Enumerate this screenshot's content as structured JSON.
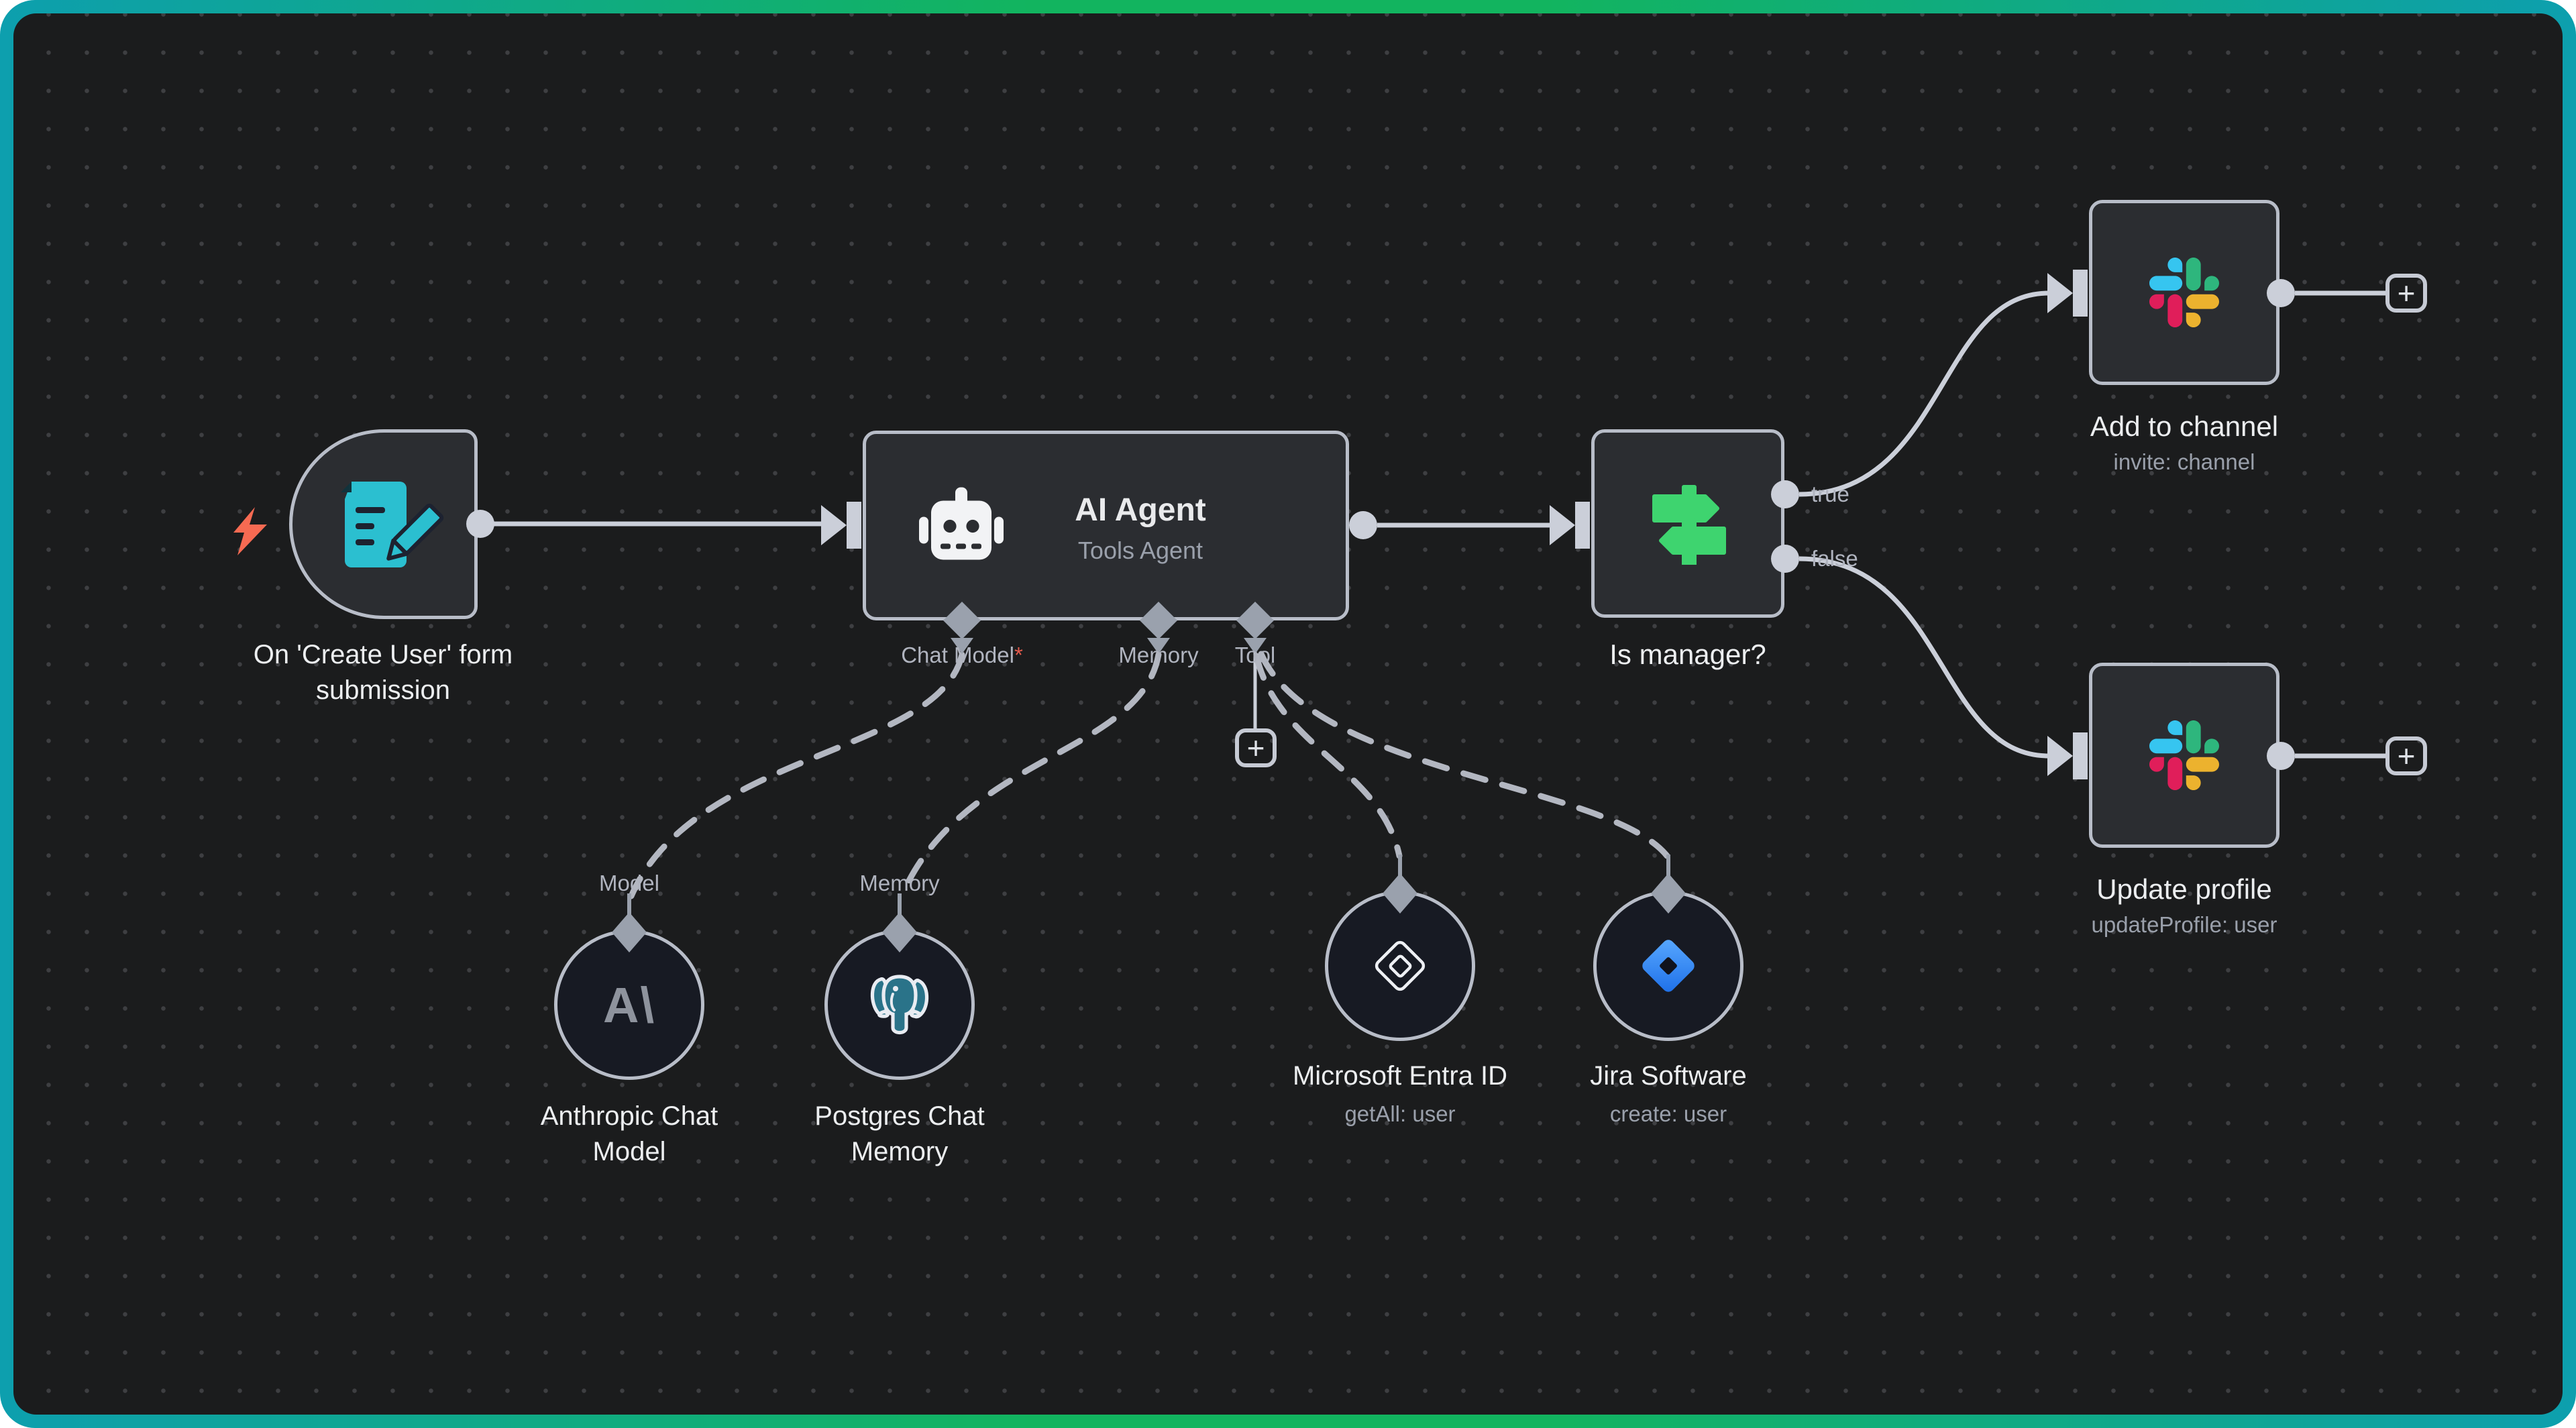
{
  "app": "workflow-editor-canvas",
  "canvas": {
    "background": "#1b1c1d",
    "dot_color": "#3e3f42",
    "frame_gradient": [
      "#0d9fae",
      "#12b45f",
      "#0d9fae"
    ],
    "wire_color": "#cbcfd9",
    "dashed_wire_color": "#b3b7c1",
    "port_diamond_color": "#9aa1ad"
  },
  "nodes": {
    "trigger": {
      "label": "On 'Create User' form submission",
      "icon": "form-document-pencil",
      "icon_color": "#2bbfd0",
      "bolt_color": "#f66a52"
    },
    "ai_agent": {
      "title": "AI Agent",
      "subtitle": "Tools Agent",
      "icon": "robot",
      "ports": {
        "chat_model": "Chat Model",
        "required_marker": "*",
        "memory": "Memory",
        "tool": "Tool"
      }
    },
    "is_manager": {
      "label": "Is manager?",
      "icon": "signpost",
      "icon_color": "#3ed46f",
      "outputs": {
        "true_label": "true",
        "false_label": "false"
      }
    },
    "add_to_channel": {
      "label": "Add to channel",
      "sublabel": "invite: channel",
      "icon": "slack"
    },
    "update_profile": {
      "label": "Update profile",
      "sublabel": "updateProfile: user",
      "icon": "slack"
    },
    "anthropic": {
      "label": "Anthropic Chat Model",
      "port_label": "Model",
      "glyph": "A\\",
      "glyph_color": "#8e939d"
    },
    "postgres": {
      "label": "Postgres Chat Memory",
      "port_label": "Memory",
      "icon_color": "#2a7389"
    },
    "entra": {
      "label": "Microsoft Entra ID",
      "sublabel": "getAll: user",
      "icon": "entra-diamond-outline"
    },
    "jira": {
      "label": "Jira Software",
      "sublabel": "create: user",
      "icon_colors": [
        "#59a9ff",
        "#1d6fe8"
      ]
    }
  },
  "slack_colors": [
    "#36C5F0",
    "#2EB67D",
    "#ECB22E",
    "#E01E5A"
  ],
  "ui": {
    "plus_label": "+"
  }
}
